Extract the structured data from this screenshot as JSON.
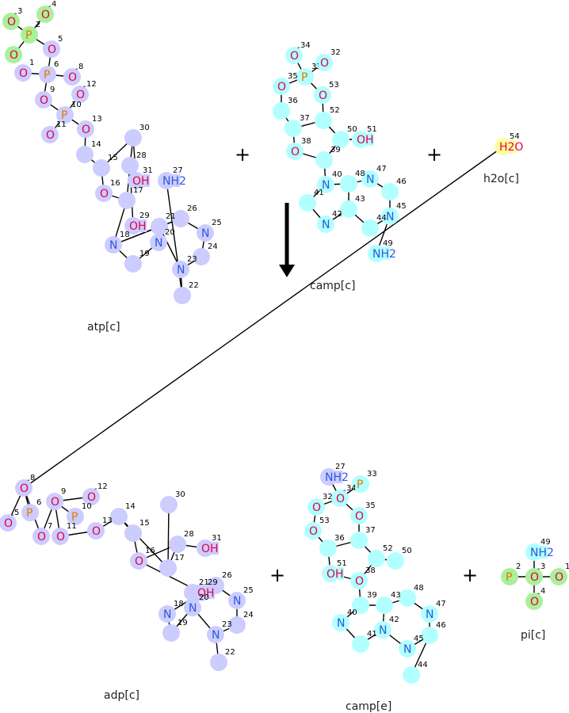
{
  "colors": {
    "blue": "#ccccff",
    "cyan": "#b2ffff",
    "green": "#aaf09a",
    "yellow": "#ffff99",
    "oxygen": "#e0004a",
    "nitrogen": "#2a58e0",
    "phosphorus": "#e07a00"
  },
  "labels": {
    "atp": "atp[c]",
    "camp_top": "camp[c]",
    "h2o": "h2o[c]",
    "adp": "adp[c]",
    "camp_bottom": "camp[e]",
    "pi": "pi[c]",
    "plus": "+"
  },
  "atoms": [
    {
      "t": "O",
      "c": "green",
      "n": "3",
      "ch": "-"
    },
    {
      "t": "O",
      "c": "green",
      "n": "4",
      "ch": "-"
    },
    {
      "t": "P",
      "c": "green",
      "n": "2"
    },
    {
      "t": "O",
      "c": "green",
      "n": ""
    },
    {
      "t": "O",
      "c": "blue",
      "n": "5"
    },
    {
      "t": "P",
      "c": "blue",
      "n": "6"
    },
    {
      "t": "O",
      "c": "blue",
      "n": "1",
      "ch": ""
    },
    {
      "t": "O",
      "c": "blue",
      "n": "8",
      "ch": "-"
    },
    {
      "t": "O",
      "c": "blue",
      "n": "9"
    },
    {
      "t": "O",
      "c": "blue",
      "n": "12",
      "ch": "-"
    },
    {
      "t": "P",
      "c": "blue",
      "n": "10"
    },
    {
      "t": "O",
      "c": "blue",
      "n": "11"
    },
    {
      "t": "O",
      "c": "blue",
      "n": "13"
    },
    {
      "t": "C",
      "c": "blue",
      "n": "14"
    },
    {
      "t": "C",
      "c": "blue",
      "n": "15"
    },
    {
      "t": "O",
      "c": "blue",
      "n": "16"
    },
    {
      "t": "C",
      "c": "blue",
      "n": "17"
    },
    {
      "t": "C",
      "c": "blue",
      "n": "28"
    },
    {
      "t": "C",
      "c": "blue",
      "n": "30"
    },
    {
      "t": "OH",
      "c": "blue",
      "n": "31"
    },
    {
      "t": "OH",
      "c": "blue",
      "n": "29"
    },
    {
      "t": "N",
      "c": "blue",
      "n": "18"
    },
    {
      "t": "C",
      "c": "blue",
      "n": "19"
    },
    {
      "t": "N",
      "c": "blue",
      "n": "20"
    },
    {
      "t": "C",
      "c": "blue",
      "n": "21"
    },
    {
      "t": "C",
      "c": "blue",
      "n": "26"
    },
    {
      "t": "N",
      "c": "blue",
      "n": "25"
    },
    {
      "t": "C",
      "c": "blue",
      "n": "24"
    },
    {
      "t": "N",
      "c": "blue",
      "n": "23"
    },
    {
      "t": "C",
      "c": "blue",
      "n": "22"
    },
    {
      "t": "NH2",
      "c": "blue",
      "n": "27"
    },
    {
      "t": "O",
      "c": "cyan",
      "n": "34",
      "ch": "-"
    },
    {
      "t": "P",
      "c": "cyan",
      "n": "33"
    },
    {
      "t": "O",
      "c": "cyan",
      "n": "32"
    },
    {
      "t": "O",
      "c": "cyan",
      "n": "35"
    },
    {
      "t": "O",
      "c": "cyan",
      "n": "53"
    },
    {
      "t": "C",
      "c": "cyan",
      "n": "36"
    },
    {
      "t": "C",
      "c": "cyan",
      "n": "37"
    },
    {
      "t": "C",
      "c": "cyan",
      "n": "52"
    },
    {
      "t": "C",
      "c": "cyan",
      "n": "50"
    },
    {
      "t": "OH",
      "c": "cyan",
      "n": "51"
    },
    {
      "t": "O",
      "c": "cyan",
      "n": "38"
    },
    {
      "t": "C",
      "c": "cyan",
      "n": "39"
    },
    {
      "t": "N",
      "c": "cyan",
      "n": "40"
    },
    {
      "t": "C",
      "c": "cyan",
      "n": "41"
    },
    {
      "t": "N",
      "c": "cyan",
      "n": "42"
    },
    {
      "t": "C",
      "c": "cyan",
      "n": "43"
    },
    {
      "t": "C",
      "c": "cyan",
      "n": "48"
    },
    {
      "t": "N",
      "c": "cyan",
      "n": "47"
    },
    {
      "t": "C",
      "c": "cyan",
      "n": "46"
    },
    {
      "t": "N",
      "c": "cyan",
      "n": "45"
    },
    {
      "t": "C",
      "c": "cyan",
      "n": "44"
    },
    {
      "t": "NH2",
      "c": "cyan",
      "n": "49"
    },
    {
      "t": "H2O",
      "c": "yellow",
      "n": "54"
    },
    {
      "t": "O",
      "c": "blue",
      "n": "8",
      "ch": "-"
    },
    {
      "t": "P",
      "c": "blue",
      "n": "6"
    },
    {
      "t": "O",
      "c": "blue",
      "n": "5",
      "ch": "-"
    },
    {
      "t": "O",
      "c": "blue",
      "n": "7"
    },
    {
      "t": "O",
      "c": "blue",
      "n": "9"
    },
    {
      "t": "O",
      "c": "blue",
      "n": "12",
      "ch": "-"
    },
    {
      "t": "P",
      "c": "blue",
      "n": "10"
    },
    {
      "t": "O",
      "c": "blue",
      "n": "11"
    },
    {
      "t": "O",
      "c": "blue",
      "n": "13"
    },
    {
      "t": "C",
      "c": "blue",
      "n": "14"
    },
    {
      "t": "C",
      "c": "blue",
      "n": "15"
    },
    {
      "t": "O",
      "c": "blue",
      "n": "16"
    },
    {
      "t": "C",
      "c": "blue",
      "n": "17"
    },
    {
      "t": "C",
      "c": "blue",
      "n": "28"
    },
    {
      "t": "C",
      "c": "blue",
      "n": "30"
    },
    {
      "t": "OH",
      "c": "blue",
      "n": "31"
    },
    {
      "t": "OH",
      "c": "blue",
      "n": "29"
    },
    {
      "t": "N",
      "c": "blue",
      "n": "18"
    },
    {
      "t": "C",
      "c": "blue",
      "n": "19"
    },
    {
      "t": "N",
      "c": "blue",
      "n": "20"
    },
    {
      "t": "C",
      "c": "blue",
      "n": "21"
    },
    {
      "t": "C",
      "c": "blue",
      "n": "26"
    },
    {
      "t": "N",
      "c": "blue",
      "n": "25"
    },
    {
      "t": "C",
      "c": "blue",
      "n": "24"
    },
    {
      "t": "N",
      "c": "blue",
      "n": "23"
    },
    {
      "t": "C",
      "c": "blue",
      "n": "22"
    },
    {
      "t": "NH2",
      "c": "blue",
      "n": "27"
    },
    {
      "t": "O",
      "c": "cyan",
      "n": "34",
      "ch": "-"
    },
    {
      "t": "P",
      "c": "cyan",
      "n": "33"
    },
    {
      "t": "O",
      "c": "cyan",
      "n": "32"
    },
    {
      "t": "O",
      "c": "cyan",
      "n": "35"
    },
    {
      "t": "O",
      "c": "cyan",
      "n": "53"
    },
    {
      "t": "C",
      "c": "cyan",
      "n": "36"
    },
    {
      "t": "C",
      "c": "cyan",
      "n": "37"
    },
    {
      "t": "C",
      "c": "cyan",
      "n": "52"
    },
    {
      "t": "C",
      "c": "cyan",
      "n": "50"
    },
    {
      "t": "OH",
      "c": "cyan",
      "n": "51"
    },
    {
      "t": "O",
      "c": "cyan",
      "n": "38"
    },
    {
      "t": "C",
      "c": "cyan",
      "n": "39"
    },
    {
      "t": "N",
      "c": "cyan",
      "n": "40"
    },
    {
      "t": "C",
      "c": "cyan",
      "n": "41"
    },
    {
      "t": "N",
      "c": "cyan",
      "n": "42"
    },
    {
      "t": "C",
      "c": "cyan",
      "n": "43"
    },
    {
      "t": "C",
      "c": "cyan",
      "n": "48"
    },
    {
      "t": "N",
      "c": "cyan",
      "n": "47"
    },
    {
      "t": "C",
      "c": "cyan",
      "n": "46"
    },
    {
      "t": "N",
      "c": "cyan",
      "n": "45"
    },
    {
      "t": "C",
      "c": "cyan",
      "n": "44"
    },
    {
      "t": "NH2",
      "c": "cyan",
      "n": "49"
    },
    {
      "t": "O",
      "c": "green",
      "n": "3",
      "ch": "-"
    },
    {
      "t": "P",
      "c": "green",
      "n": "2"
    },
    {
      "t": "O",
      "c": "green",
      "n": "1"
    },
    {
      "t": "O",
      "c": "green",
      "n": "4",
      "ch": "-"
    },
    {
      "t": "OH",
      "c": "yellow",
      "n": "54"
    }
  ]
}
